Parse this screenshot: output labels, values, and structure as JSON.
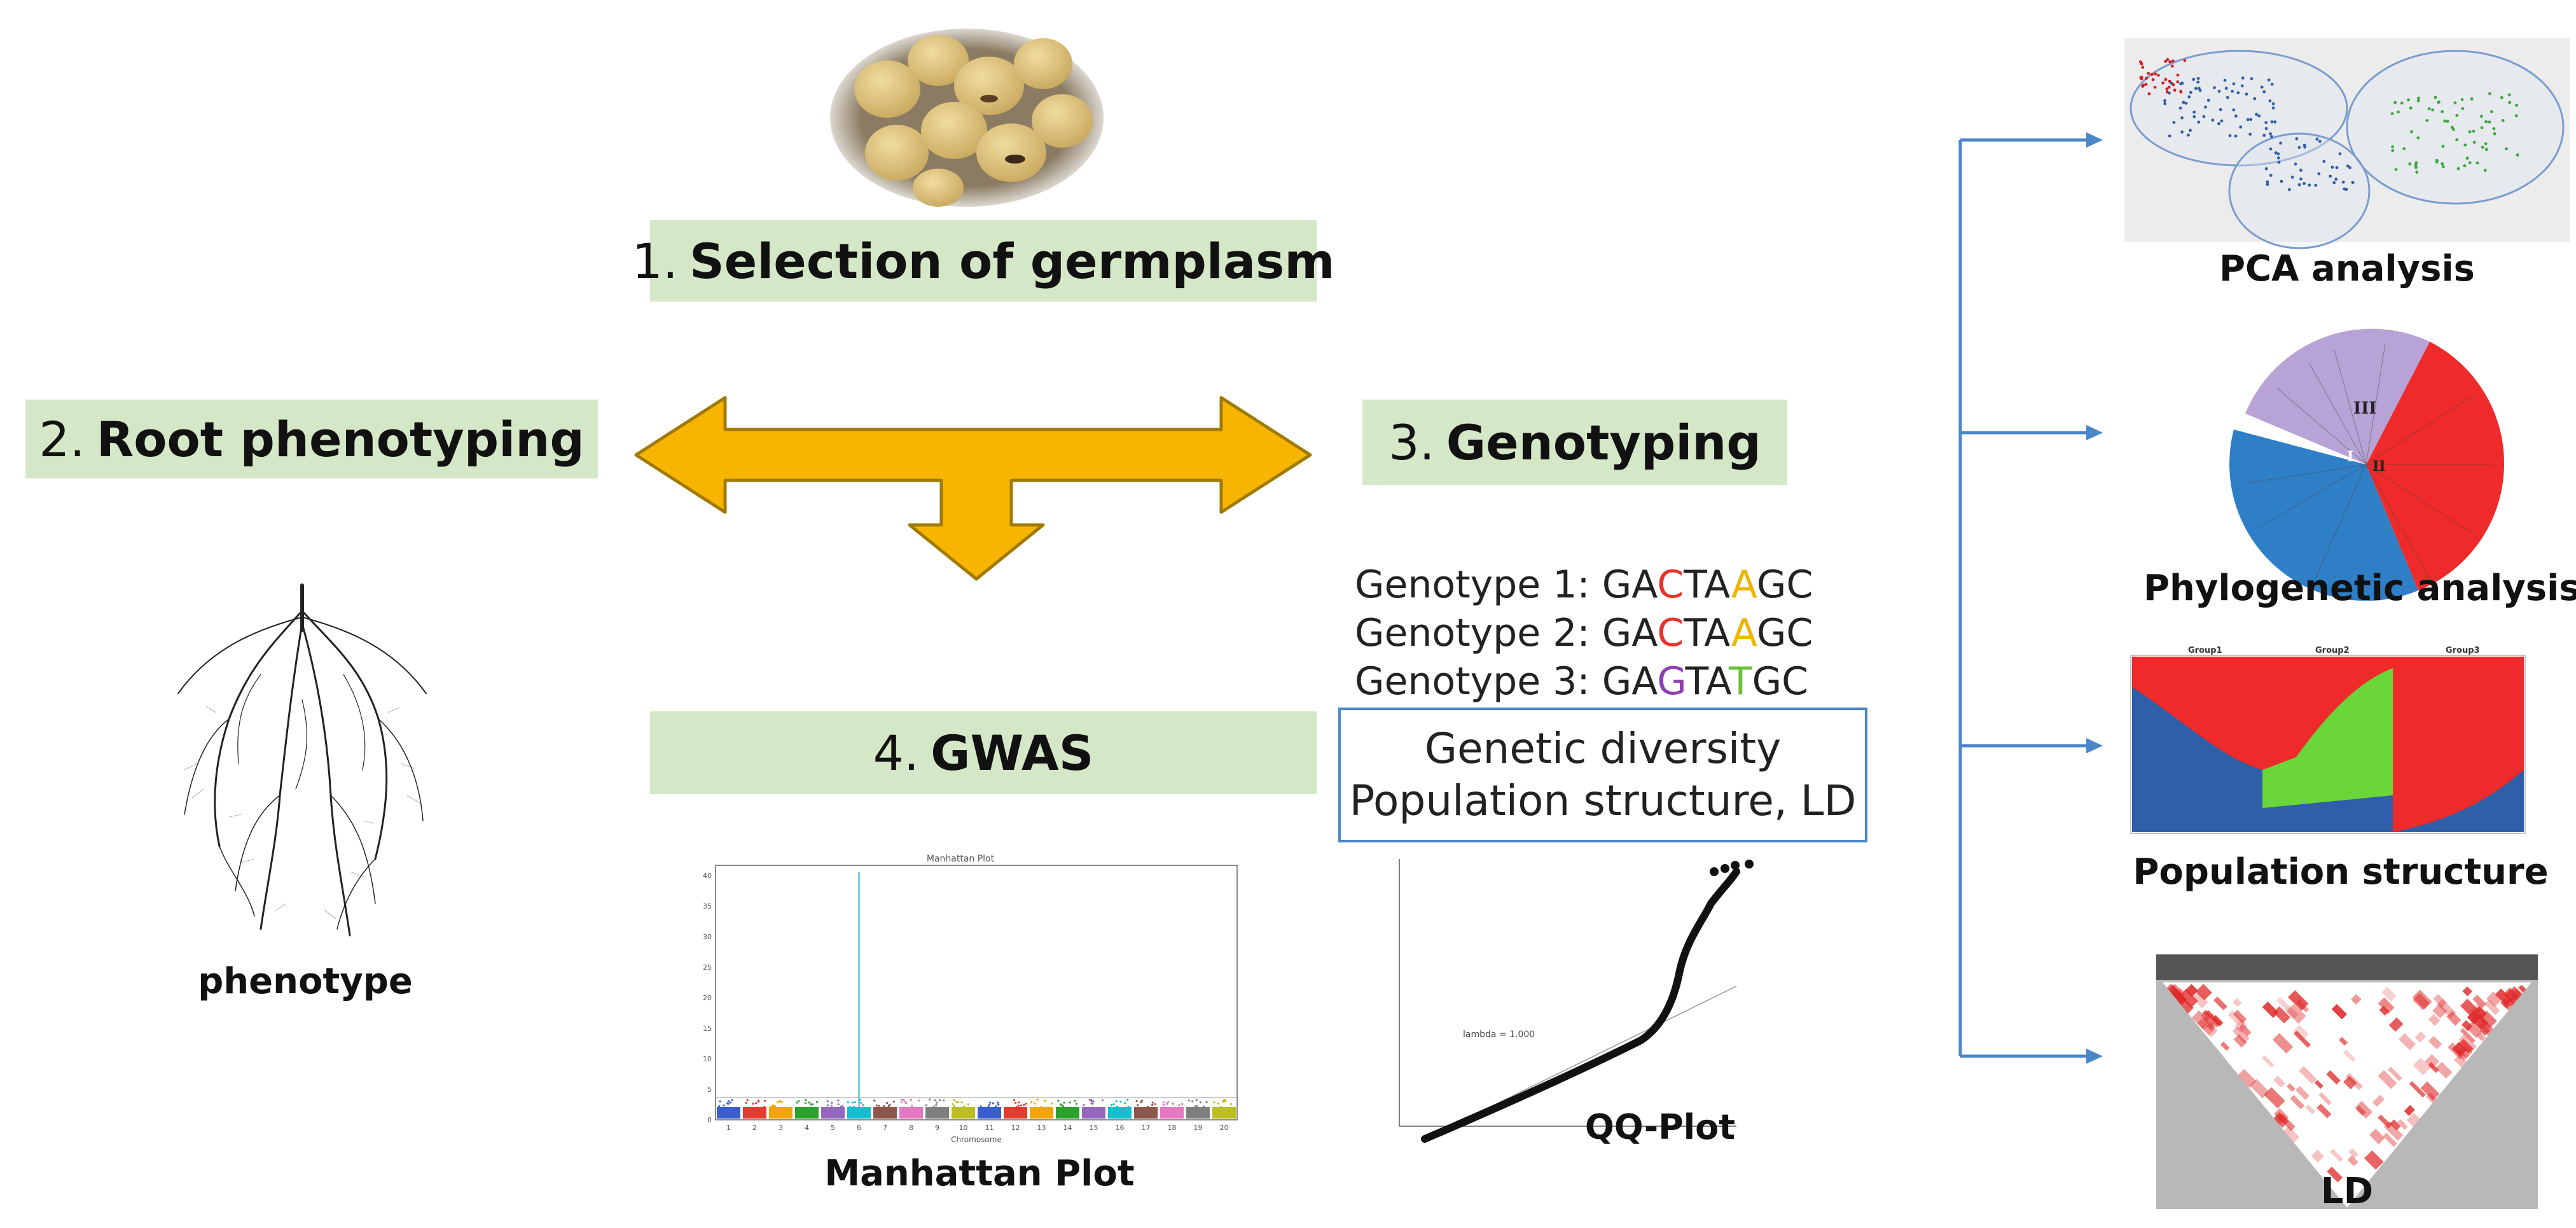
{
  "steps": {
    "selection": {
      "number": "1.",
      "label": "Selection of germplasm"
    },
    "phenotyping": {
      "number": "2.",
      "label": "Root phenotyping"
    },
    "genotyping": {
      "number": "3.",
      "label": "Genotyping"
    },
    "gwas": {
      "number": "4.",
      "label": "GWAS"
    }
  },
  "genotypes": [
    {
      "label": "Genotype 1: ",
      "seq": [
        "GA",
        "C",
        "TA",
        "A",
        "GC"
      ],
      "colors": [
        "#222222",
        "#e8322a",
        "#222222",
        "#f0b400",
        "#222222"
      ]
    },
    {
      "label": "Genotype 2: ",
      "seq": [
        "GA",
        "C",
        "TA",
        "A",
        "GC"
      ],
      "colors": [
        "#222222",
        "#e8322a",
        "#222222",
        "#f0b400",
        "#222222"
      ]
    },
    {
      "label": "Genotype 3: ",
      "seq": [
        "GA",
        "G",
        "TA",
        "T",
        "GC"
      ],
      "colors": [
        "#222222",
        "#8e3fb0",
        "#222222",
        "#6abf3c",
        "#222222"
      ]
    }
  ],
  "analysis_box": {
    "line1": "Genetic diversity",
    "line2": "Population structure, LD"
  },
  "captions": {
    "phenotype": "phenotype",
    "manhattan": "Manhattan Plot",
    "qq": "QQ-Plot",
    "pca": "PCA analysis",
    "phylo": "Phylogenetic analysis",
    "population": "Population structure",
    "ld": "LD"
  },
  "manhattan": {
    "title": "Manhattan Plot",
    "xlabel": "Chromosome",
    "chromosomes": [
      "1",
      "2",
      "3",
      "4",
      "5",
      "6",
      "7",
      "8",
      "9",
      "10",
      "11",
      "12",
      "13",
      "14",
      "15",
      "16",
      "17",
      "18",
      "19",
      "20"
    ],
    "yticks": [
      "0",
      "5",
      "10",
      "15",
      "20",
      "25",
      "30",
      "35",
      "40"
    ]
  },
  "qq": {
    "lambda_text": "lambda = 1.000"
  },
  "phylo_labels": [
    "I",
    "II",
    "III"
  ],
  "structure_groups": [
    "Group1",
    "Group2",
    "Group3"
  ],
  "colors": {
    "green_box": "#d4e8c7",
    "arrow_fill": "#f7b500",
    "arrow_stroke": "#a07a00",
    "connector_blue": "#4a86c8",
    "structure_blue": "#2e5fa8",
    "structure_green": "#6bd63a",
    "structure_red": "#ee2a2a",
    "phylo_purple": "#b7a3d6"
  }
}
